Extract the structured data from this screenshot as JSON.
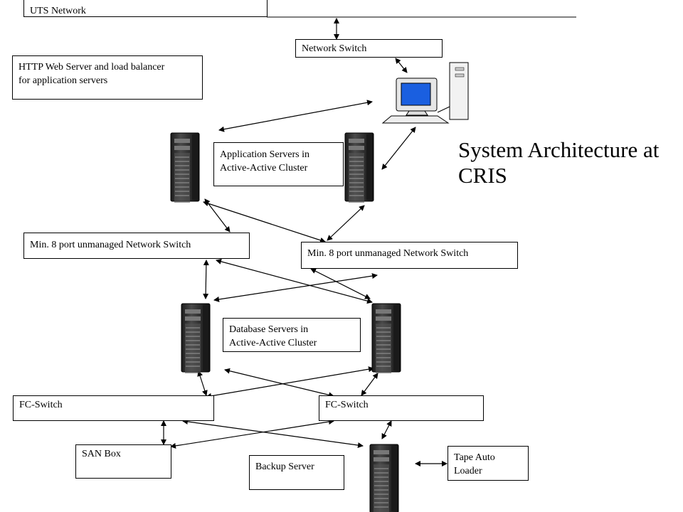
{
  "title": "System Architecture at\nCRIS",
  "boxes": {
    "uts_network": "UTS Network",
    "network_switch": "Network Switch",
    "http_server": "HTTP Web Server and load balancer\nfor application servers",
    "app_servers": "Application Servers in\nActive-Active Cluster",
    "switch_left": "Min. 8 port unmanaged Network Switch",
    "switch_right": "Min. 8 port unmanaged Network Switch",
    "db_servers": "Database Servers in\nActive-Active Cluster",
    "fc_left": "FC-Switch",
    "fc_right": "FC-Switch",
    "san_box": "SAN Box",
    "backup_server": "Backup Server",
    "tape_loader": "Tape Auto\nLoader"
  },
  "icons": {
    "server": "tower-server-icon",
    "workstation": "desktop-computer-icon"
  },
  "colors": {
    "monitor_screen": "#1a5fe0",
    "server_body": "#3a3a3a"
  }
}
